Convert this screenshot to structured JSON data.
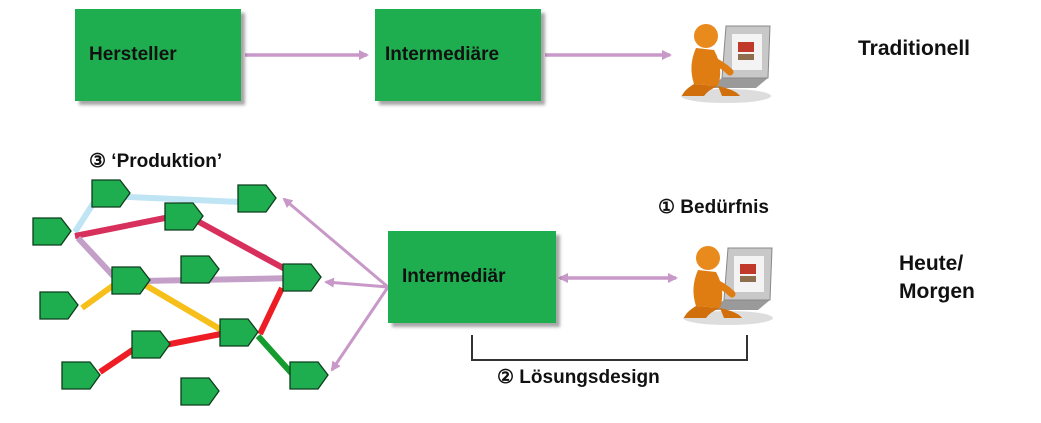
{
  "top_row": {
    "box1": "Hersteller",
    "box2": "Intermediäre",
    "label": "Traditionell"
  },
  "bottom_row": {
    "step3": "③ ‘Produktion’",
    "step1": "① Bedürfnis",
    "step2": "② Lösungsdesign",
    "box": "Intermediär",
    "label_line1": "Heute/",
    "label_line2": "Morgen"
  },
  "colors": {
    "box_green": "#1fae4f",
    "arrow_purple": "#c898c8",
    "edge_lightblue": "#bfe4f4",
    "edge_crimson": "#d8305c",
    "edge_yellow": "#f7bf1a",
    "edge_red": "#ee1c24",
    "edge_darkgreen": "#169b2e",
    "edge_lavender": "#c4a0c8"
  },
  "icons": [
    "person-at-laptop-icon"
  ]
}
